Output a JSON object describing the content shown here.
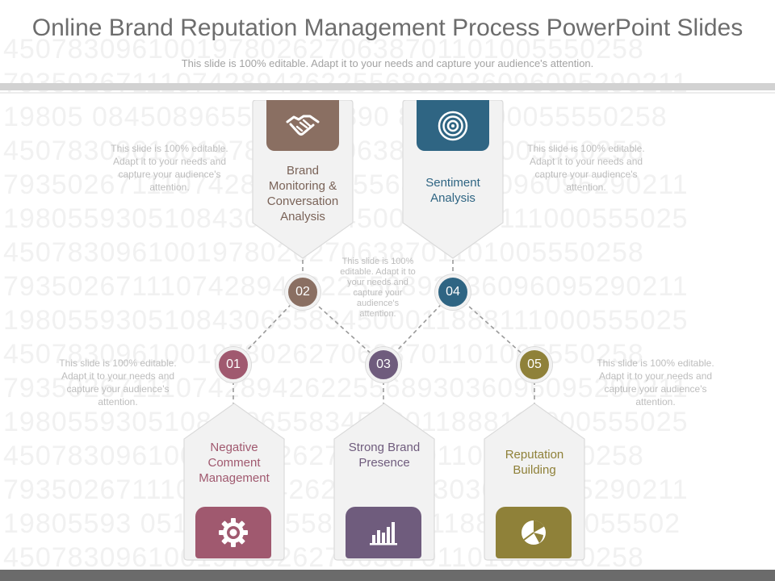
{
  "header": {
    "title": "Online Brand Reputation Management Process PowerPoint Slides",
    "subtitle": "This slide is 100% editable. Adapt it to your needs and capture your audience's attention."
  },
  "watermark": {
    "lines": [
      "4507830961001978026270638701101005550258",
      "7935026711107428942622556893036096095290211",
      "19805 0845089655 34567890 88811100055550258",
      "4507830961001978026270638701101005550258",
      "7935026711107428942622556893036096095290211",
      "1980559305108430655834500011888111000555025",
      "4507830961001978026270638701101005550258",
      "7935026711107428942622556893036096095290211",
      "1980559305108430655834500011888111000555025",
      "4507830961001978026270638701101005550258",
      "7935026711107428942622556893036096095290211",
      "1980559305108430655834500011888111000555025",
      "4507830961001978026270638701101005550258",
      "7935026711107428942622556893036096095290211",
      "19805593 0510843065583450001188811100055502",
      "4507830961001978026270638701101005550258"
    ]
  },
  "steps": [
    {
      "number": "01",
      "label": "Negative Comment Management",
      "color": "#a0596f",
      "icon": "gear-icon"
    },
    {
      "number": "02",
      "label": "Brand Monitoring & Conversation Analysis",
      "color": "#8a6f62",
      "icon": "handshake-icon"
    },
    {
      "number": "03",
      "label": "Strong Brand Presence",
      "color": "#6f5c7d",
      "icon": "bar-chart-icon"
    },
    {
      "number": "04",
      "label": "Sentiment Analysis",
      "color": "#2f6583",
      "icon": "target-icon"
    },
    {
      "number": "05",
      "label": "Reputation Building",
      "color": "#8f8139",
      "icon": "pie-chart-icon"
    }
  ],
  "notes": {
    "editable_text": "This slide is 100% editable. Adapt it to your needs and capture your audience's attention."
  }
}
